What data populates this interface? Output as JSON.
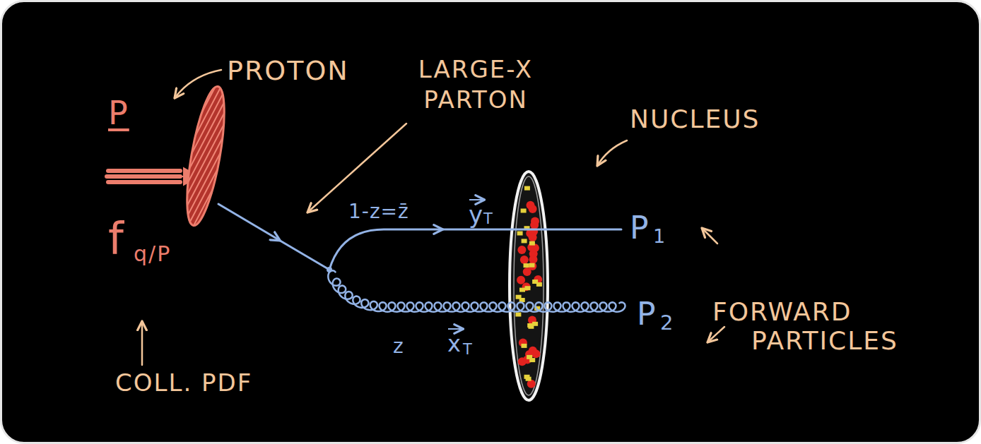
{
  "diagram": {
    "labels": [
      "PROTON",
      "LARGE-X PARTON",
      "NUCLEUS",
      "P",
      "f",
      "q/P",
      "COLL. PDF",
      "1-z=z̄",
      "y",
      "T",
      "z",
      "x",
      "T",
      "P",
      "1",
      "P",
      "2",
      "FORWARD PARTICLES"
    ]
  }
}
